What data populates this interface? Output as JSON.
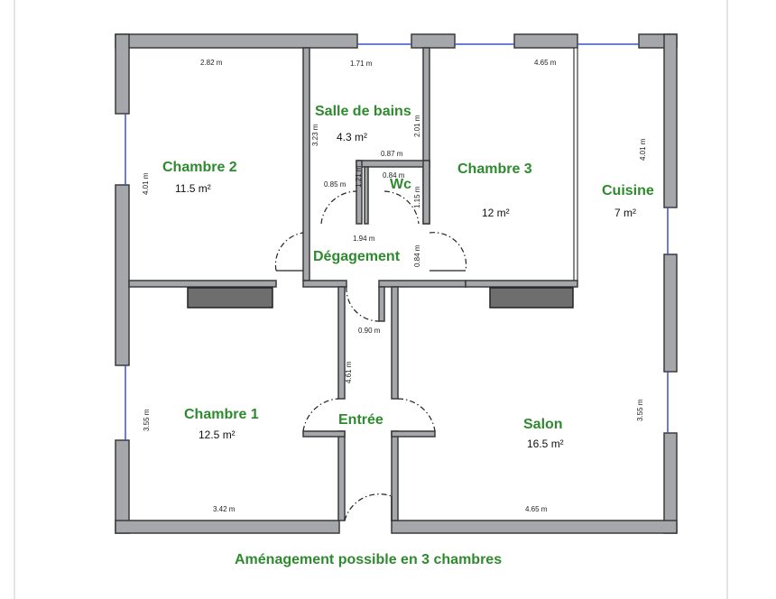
{
  "rooms": {
    "chambre2": {
      "name": "Chambre 2",
      "area": "11.5 m²"
    },
    "salle_de_bains": {
      "name": "Salle de bains",
      "area": "4.3 m²"
    },
    "chambre3": {
      "name": "Chambre 3",
      "area": "12 m²"
    },
    "cuisine": {
      "name": "Cuisine",
      "area": "7 m²"
    },
    "wc": {
      "name": "Wc"
    },
    "degagement": {
      "name": "Dégagement"
    },
    "chambre1": {
      "name": "Chambre 1",
      "area": "12.5 m²"
    },
    "entree": {
      "name": "Entrée"
    },
    "salon": {
      "name": "Salon",
      "area": "16.5 m²"
    }
  },
  "dimensions": {
    "chambre2_width": "2.82 m",
    "chambre2_height": "4.01 m",
    "sdb_width": "1.71 m",
    "sdb_height_left": "3.23 m",
    "sdb_height_right": "2.01 m",
    "wc_top": "0.87 m",
    "wc_inner": "0.84 m",
    "sdb_door": "0.85 m",
    "wc_side": "1.21 m",
    "wc_depth": "1.15 m",
    "chambre3_width": "4.65 m",
    "cuisine_height": "4.01 m",
    "degagement_width": "1.94 m",
    "degagement_depth": "0.84 m",
    "entree_door": "0.90 m",
    "entree_length": "4.61 m",
    "chambre1_height": "3.55 m",
    "chambre1_width": "3.42 m",
    "salon_height": "3.55 m",
    "salon_width": "4.65 m"
  },
  "caption": "Aménagement possible en 3 chambres",
  "colors": {
    "label_green": "#2f8a2f",
    "wall_fill": "#a5a7aa",
    "window_blue": "#3d50c8"
  }
}
